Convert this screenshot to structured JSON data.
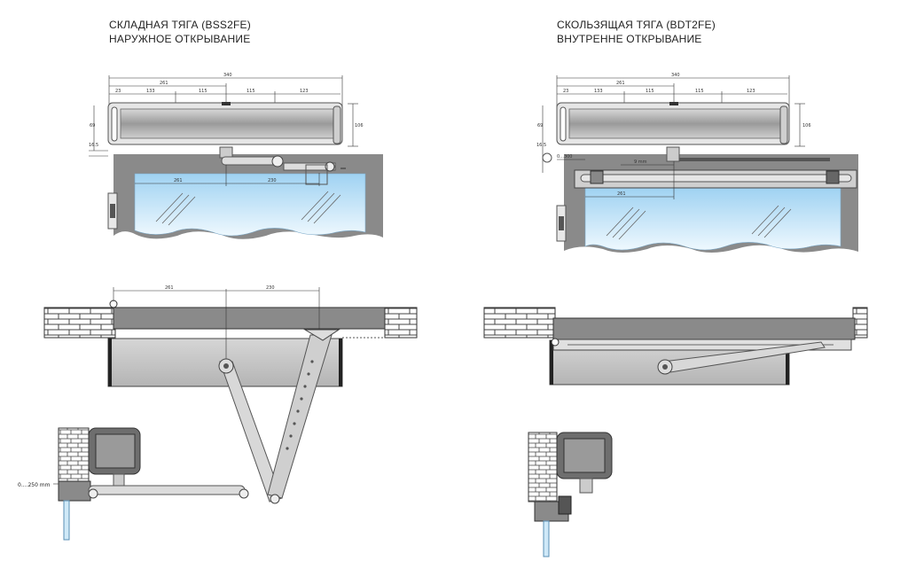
{
  "left": {
    "title_line1": "СКЛАДНАЯ ТЯГА (BSS2FE)",
    "title_line2": "НАРУЖНОЕ ОТКРЫВАНИЕ",
    "dims_top": {
      "total": "340",
      "span": "261",
      "a": "23",
      "b": "133",
      "c": "115",
      "d": "115",
      "e": "123",
      "height": "106",
      "h1": "69",
      "h2": "16.5"
    },
    "dims_arm": {
      "left": "261",
      "right": "230"
    },
    "dims_mid": {
      "left": "261",
      "right": "230"
    },
    "range_label": "0....250 mm"
  },
  "right": {
    "title_line1": "СКОЛЬЗЯЩАЯ ТЯГА (BDT2FE)",
    "title_line2": "ВНУТРЕННЕ ОТКРЫВАНИЕ",
    "dims_top": {
      "total": "340",
      "span": "261",
      "a": "23",
      "b": "133",
      "c": "115",
      "d": "115",
      "e": "123",
      "height": "106",
      "h1": "69",
      "h2": "16.5"
    },
    "dims_rail": {
      "left": "0...300",
      "mid": "9 mm",
      "span": "261"
    }
  },
  "colors": {
    "glass": "#cfe9f8",
    "wall": "#8a8a8a",
    "body": "#bfbfbf",
    "line": "#333333"
  }
}
